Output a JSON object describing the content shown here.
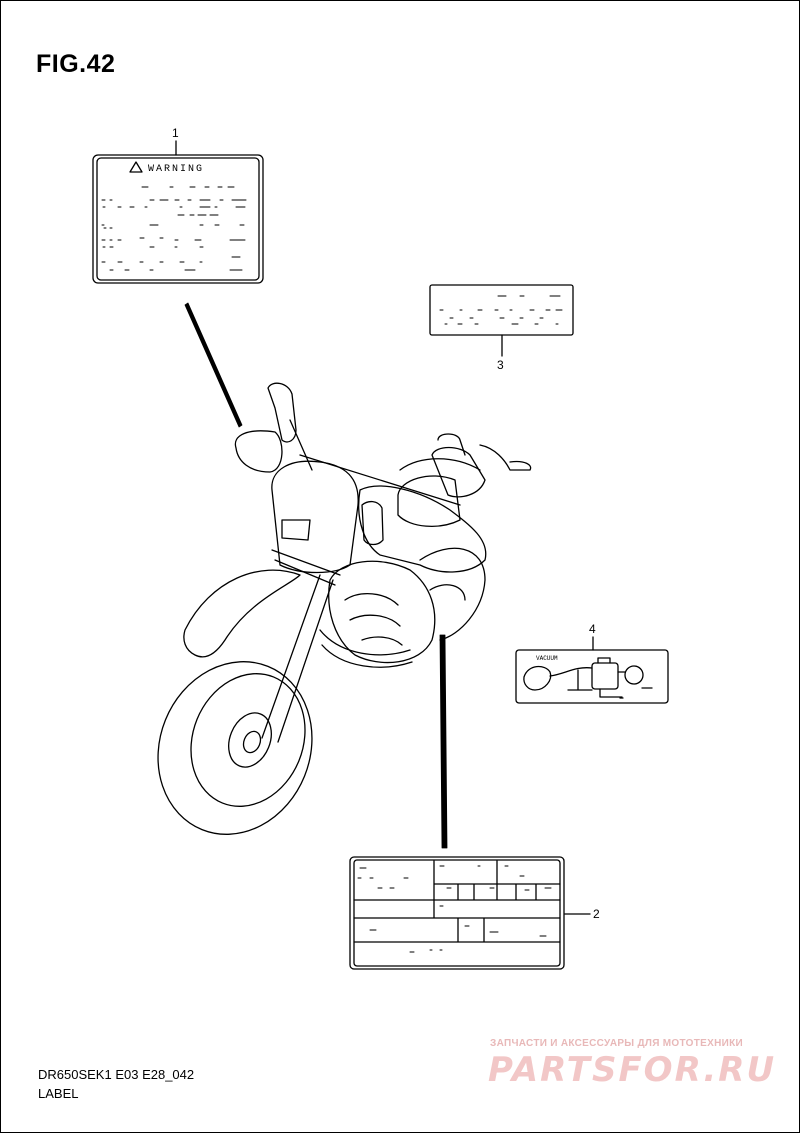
{
  "figure": {
    "title": "FIG.42"
  },
  "callouts": {
    "c1": "1",
    "c2": "2",
    "c3": "3",
    "c4": "4"
  },
  "labels": {
    "warning_heading": "WARNING",
    "vacuum_heading": "VACUUM"
  },
  "footer": {
    "code": "DR650SEK1 E03 E28_042",
    "caption": "LABEL"
  },
  "watermark": {
    "tagline": "ЗАПЧАСТИ И АКСЕССУАРЫ ДЛЯ МОТОТЕХНИКИ",
    "brand": "PARTSFOR.RU"
  }
}
